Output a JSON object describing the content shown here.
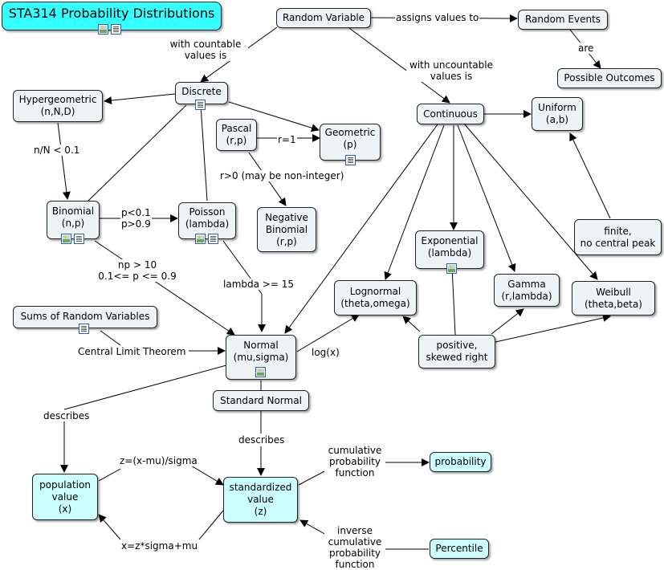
{
  "title": "STA314 Probability Distributions",
  "nodes": {
    "random_variable": "Random Variable",
    "random_events": "Random Events",
    "possible_outcomes": "Possible Outcomes",
    "discrete": "Discrete",
    "continuous": "Continuous",
    "hypergeometric": "Hypergeometric\n(n,N,D)",
    "pascal": "Pascal\n(r,p)",
    "geometric": "Geometric\n(p)",
    "uniform": "Uniform\n(a,b)",
    "binomial": "Binomial\n(n,p)",
    "poisson": "Poisson\n(lambda)",
    "negative_binomial": "Negative\nBinomial\n(r,p)",
    "finite_peak": "finite,\nno central peak",
    "exponential": "Exponential\n(lambda)",
    "lognormal": "Lognormal\n(theta,omega)",
    "gamma": "Gamma\n(r,lambda)",
    "weibull": "Weibull\n(theta,beta)",
    "sums_rv": "Sums of Random Variables",
    "normal": "Normal\n(mu,sigma)",
    "positive_skewed": "positive,\nskewed right",
    "standard_normal": "Standard Normal",
    "population_value": "population\nvalue\n(x)",
    "standardized_value": "standardized\nvalue\n(z)",
    "probability": "probability",
    "percentile": "Percentile"
  },
  "links": {
    "assigns_values_to": "assigns values to",
    "are": "are",
    "with_countable": "with countable\nvalues is",
    "with_uncountable": "with uncountable\nvalues is",
    "n_over_N": "n/N < 0.1",
    "r_eq_1": "r=1",
    "r_gt_0": "r>0 (may be non-integer)",
    "p_conditions": "p<0.1\np>0.9",
    "np_conditions": "np > 10\n0.1<= p <= 0.9",
    "lambda_cond": "lambda >= 15",
    "central_limit": "Central Limit Theorem",
    "log_x": "log(x)",
    "describes_left": "describes",
    "describes_center": "describes",
    "z_formula": "z=(x-mu)/sigma",
    "x_formula": "x=z*sigma+mu",
    "cdf": "cumulative\nprobability\nfunction",
    "inverse_cdf": "inverse\ncumulative\nprobability\nfunction"
  }
}
